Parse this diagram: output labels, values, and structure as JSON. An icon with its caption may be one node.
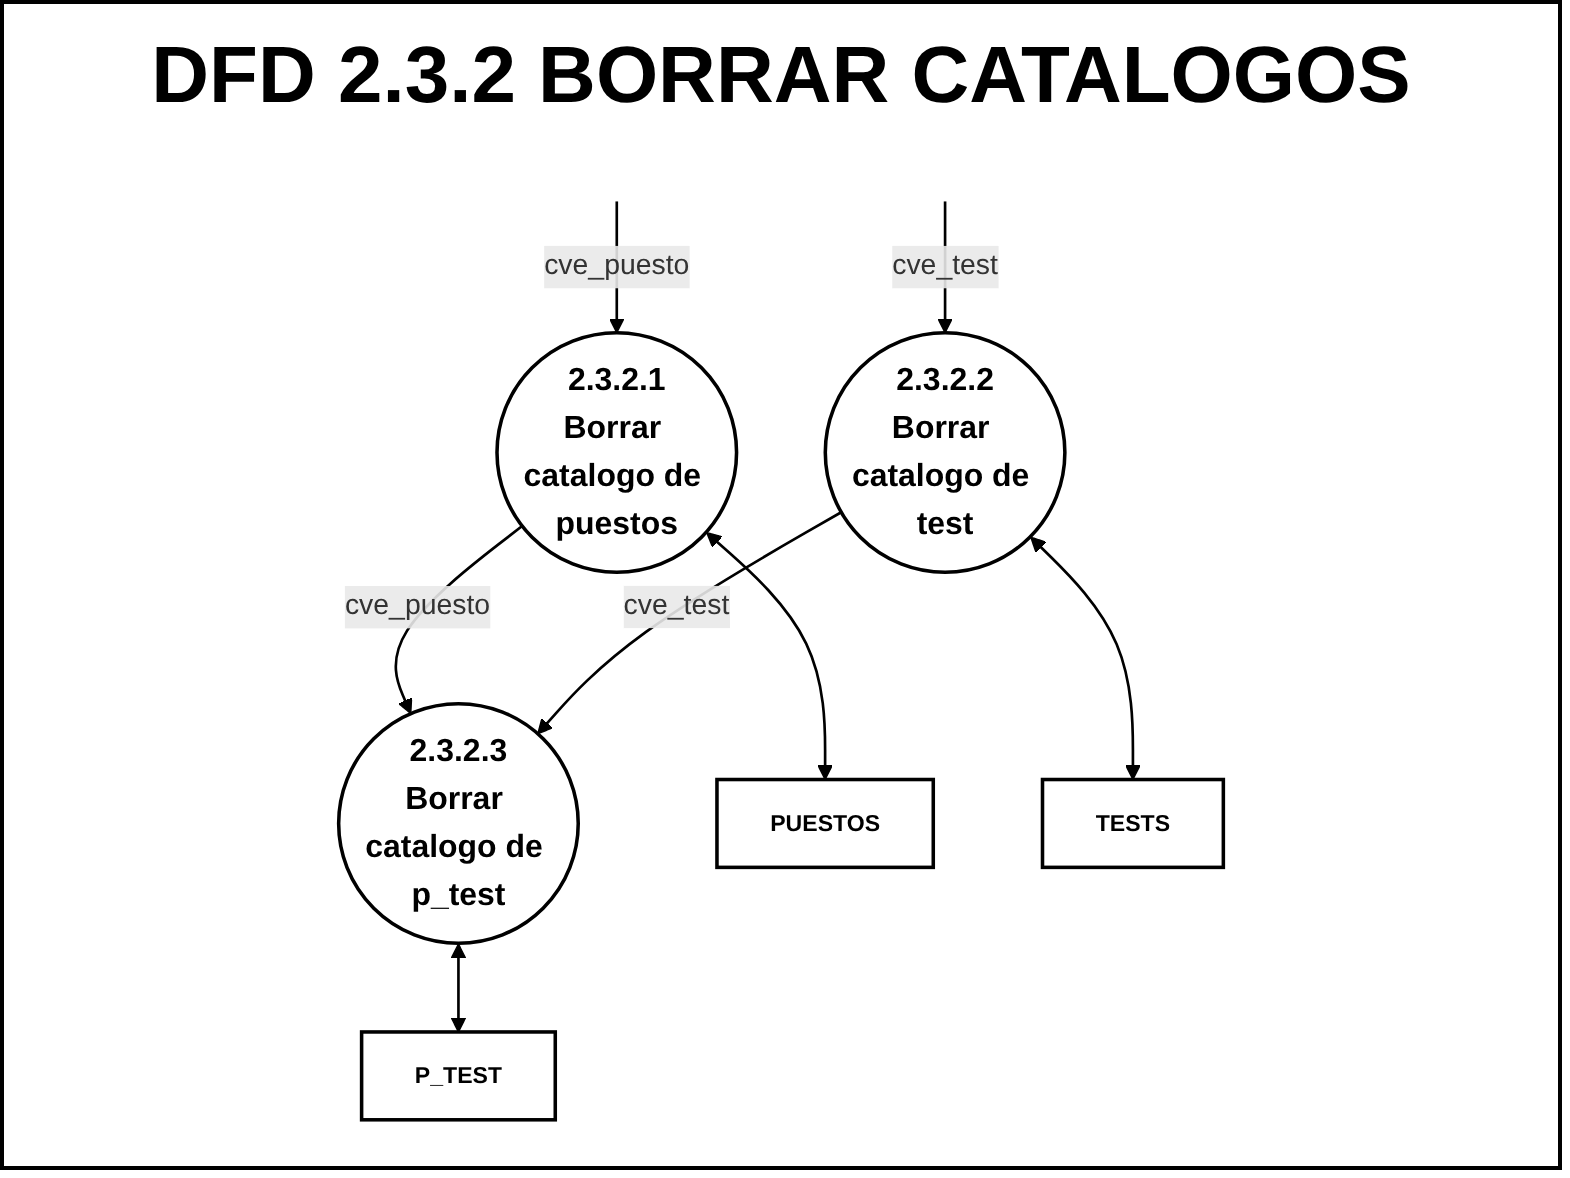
{
  "diagram": {
    "title": "DFD 2.3.2 BORRAR CATALOGOS",
    "nodes": [
      {
        "text": [
          "2.3.2.1",
          "Borrar catalogo de puestos"
        ]
      },
      {
        "text": [
          "2.3.2.2",
          "Borrar catalogo de test"
        ]
      },
      {
        "text": [
          "2.3.2.3",
          "Borrar catalogo de p_test"
        ]
      },
      {
        "text": [
          "PUESTOS"
        ]
      },
      {
        "text": [
          "TESTS"
        ]
      },
      {
        "text": [
          "P_TEST"
        ]
      }
    ],
    "edges": [
      {
        "from": null,
        "to": 0,
        "arrow": "to",
        "label": "cve_puesto"
      },
      {
        "from": null,
        "to": 1,
        "arrow": "to",
        "label": "cve_test"
      },
      {
        "from": 0,
        "to": 2,
        "arrow": "to",
        "label": "cve_puesto"
      },
      {
        "from": 1,
        "to": 2,
        "arrow": "to",
        "label": "cve_test"
      },
      {
        "from": 0,
        "to": 3,
        "arrow": "both"
      },
      {
        "from": 1,
        "to": 4,
        "arrow": "both"
      },
      {
        "from": 2,
        "to": 5,
        "arrow": "both"
      }
    ]
  }
}
